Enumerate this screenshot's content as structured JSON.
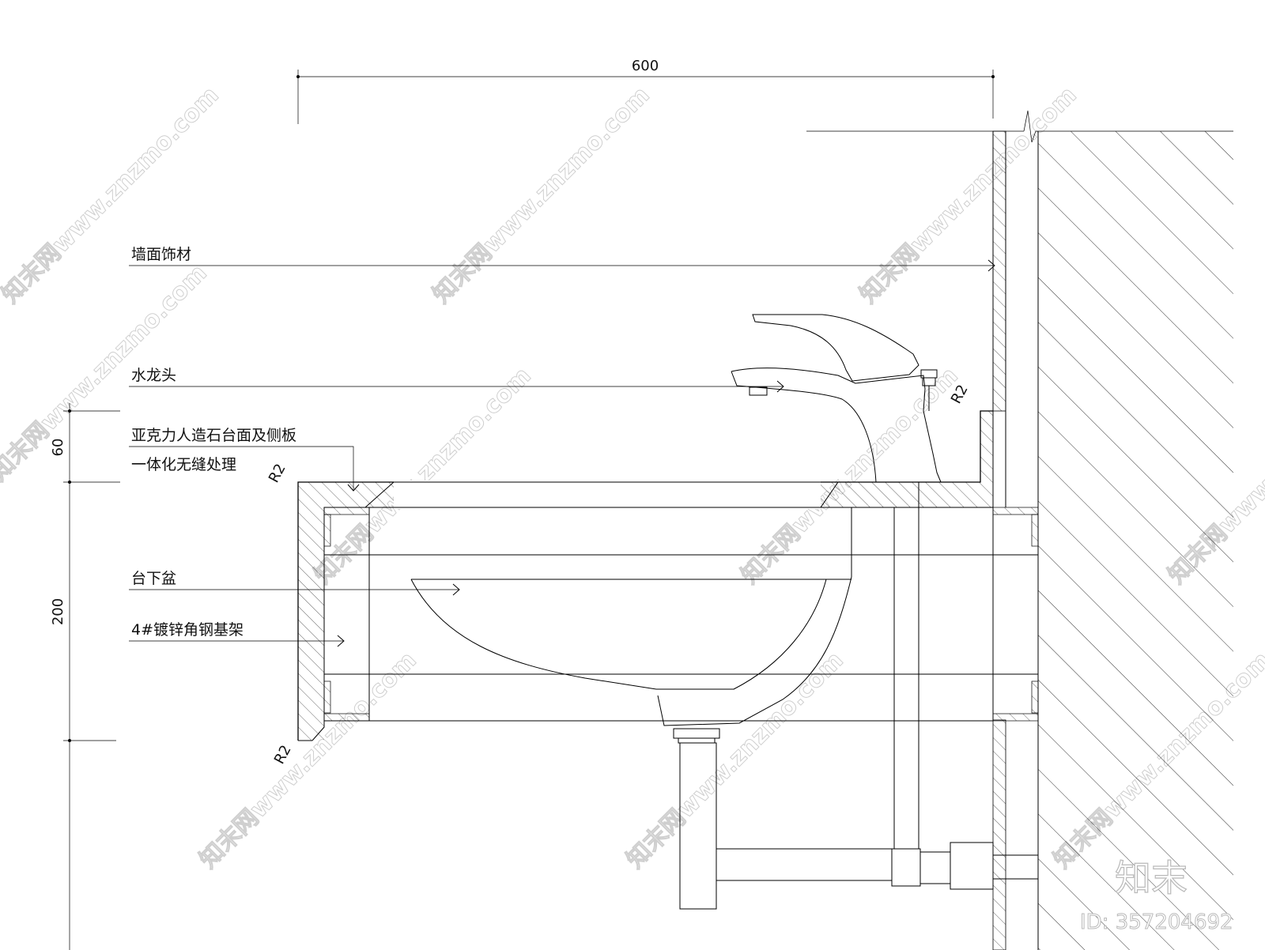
{
  "dimensions": {
    "width_top": "600",
    "height_upper": "60",
    "height_lower": "200",
    "radius_counter_left": "R2",
    "radius_counter_bottom": "R2",
    "radius_backsplash": "R2"
  },
  "labels": {
    "wall_finish": "墙面饰材",
    "faucet": "水龙头",
    "countertop_line1": "亚克力人造石台面及侧板",
    "countertop_line2": "一体化无缝处理",
    "undercounter_basin": "台下盆",
    "steel_frame": "4#镀锌角钢基架"
  },
  "watermark": {
    "site_text": "知末网www.znzmo.com",
    "brand": "知末",
    "id": "ID: 357204692"
  },
  "colors": {
    "line": "#000000",
    "watermark": "#cfcfcf"
  }
}
